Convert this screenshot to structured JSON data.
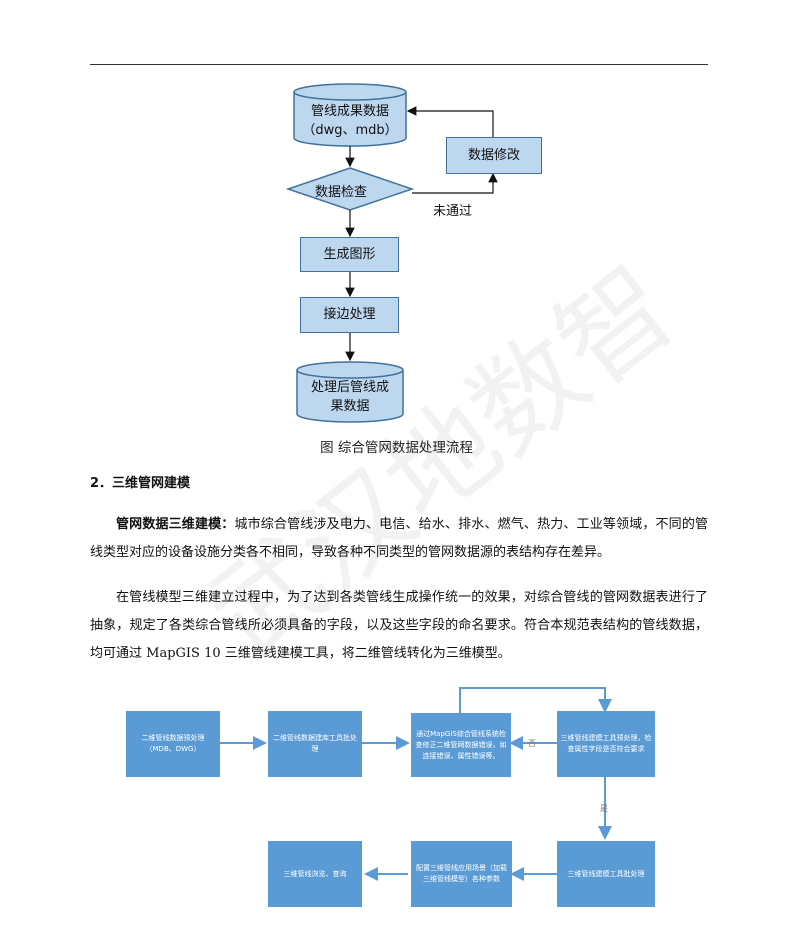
{
  "flow1": {
    "cylinder_top_line1": "管线成果数据",
    "cylinder_top_line2": "（dwg、mdb）",
    "modify_box": "数据修改",
    "check_diamond": "数据检查",
    "fail_label": "未通过",
    "generate_box": "生成图形",
    "edge_box": "接边处理",
    "cylinder_bottom_line1": "处理后管线成",
    "cylinder_bottom_line2": "果数据",
    "caption": "图   综合管网数据处理流程"
  },
  "section": {
    "heading": "2．三维管网建模",
    "para1_bold": "管网数据三维建模：",
    "para1_text": "城市综合管线涉及电力、电信、给水、排水、燃气、热力、工业等领域，不同的管线类型对应的设备设施分类各不相同，导致各种不同类型的管网数据源的表结构存在差异。",
    "para2_text": "在管线模型三维建立过程中，为了达到各类管线生成操作统一的效果，对综合管线的管网数据表进行了抽象，规定了各类综合管线所必须具备的字段，以及这些字段的命名要求。符合本规范表结构的管线数据，均可通过 MapGIS 10 三维管线建模工具，将二维管线转化为三维模型。"
  },
  "flow2": {
    "b1": "二维管线数据预处理（MDB、DWG）",
    "b2": "二维管线数据建库工具批处理",
    "b3": "通过MapGIS综合管线系统检查修正二维管网数据错误，如连接错误、属性错误等。",
    "b4": "三维管线建模工具预处理，检查属性字段是否符合要求",
    "b5": "三维管线建模工具批处理",
    "b6": "配置三维管线应用场景（加载三维管线模型）各种参数",
    "b7": "三维管线浏览、查询",
    "no_label": "否",
    "yes_label": "是"
  },
  "watermark": "武汉地数智"
}
